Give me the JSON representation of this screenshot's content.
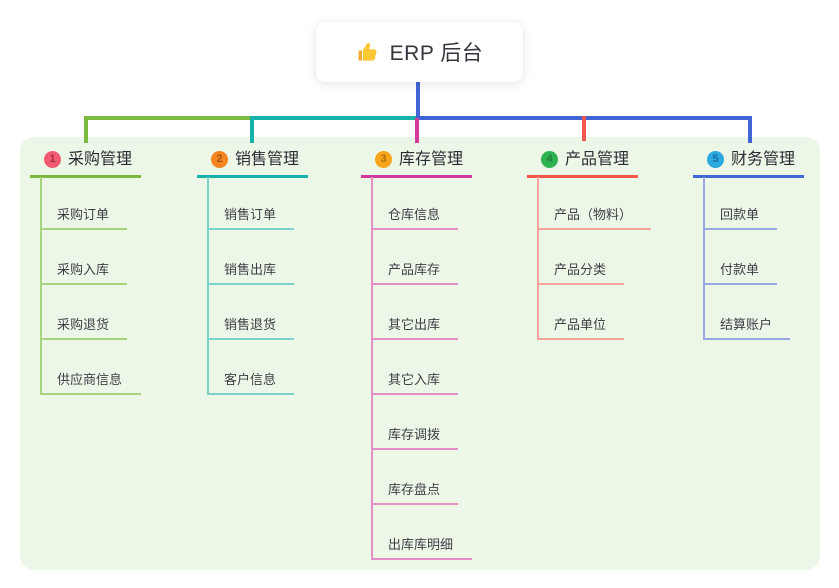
{
  "root": {
    "title": "ERP 后台",
    "icon": "thumbs-up-icon",
    "icon_color": "#FAC832"
  },
  "colors": {
    "canvas_bg": "#FFFFFF",
    "panel_bg": "#ECF7E7",
    "root_card_bg": "#FFFFFF",
    "title_text": "#2C2D34",
    "child_text": "#3E3F46",
    "root_connector": "#4164D6"
  },
  "branches": [
    {
      "badge": "1",
      "badge_bg": "#F15B71",
      "badge_fg": "#A92C42",
      "title": "采购管理",
      "color": "#7CB93E",
      "light": "#A8D37F",
      "children": [
        "采购订单",
        "采购入库",
        "采购退货",
        "供应商信息"
      ]
    },
    {
      "badge": "2",
      "badge_bg": "#F68420",
      "badge_fg": "#A4540E",
      "title": "销售管理",
      "color": "#16B3AA",
      "light": "#7BD2C9",
      "children": [
        "销售订单",
        "销售出库",
        "销售退货",
        "客户信息"
      ]
    },
    {
      "badge": "3",
      "badge_bg": "#F9A51B",
      "badge_fg": "#AB7109",
      "title": "库存管理",
      "color": "#D4399E",
      "light": "#E18FC6",
      "children": [
        "仓库信息",
        "产品库存",
        "其它出库",
        "其它入库",
        "库存调拨",
        "库存盘点",
        "出库库明细"
      ]
    },
    {
      "badge": "4",
      "badge_bg": "#2FB351",
      "badge_fg": "#1B7D35",
      "title": "产品管理",
      "color": "#F4564B",
      "light": "#F8A49D",
      "children": [
        "产品（物料）",
        "产品分类",
        "产品单位"
      ]
    },
    {
      "badge": "5",
      "badge_bg": "#2BA9E0",
      "badge_fg": "#176E9E",
      "title": "财务管理",
      "color": "#4164D6",
      "light": "#97A9E0",
      "children": [
        "回款单",
        "付款单",
        "结算账户"
      ]
    }
  ]
}
